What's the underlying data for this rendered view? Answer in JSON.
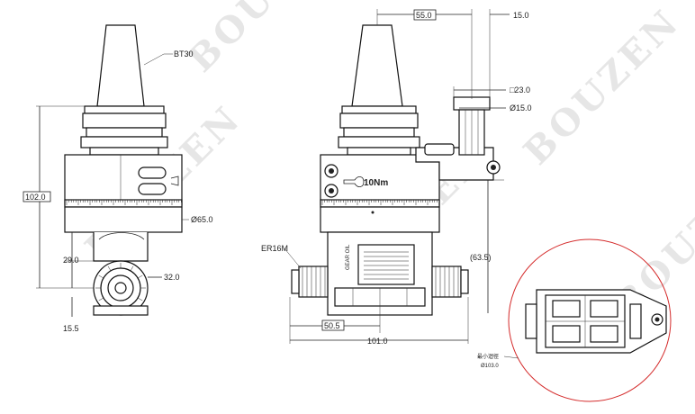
{
  "watermark": "BOUZEN",
  "left_view": {
    "taper": "BT30",
    "height": "102.0",
    "diameter": "Ø65.0",
    "offset_v": "29.0",
    "offset_h": "32.0",
    "bottom": "15.5"
  },
  "right_view": {
    "top_dim": "55.0",
    "top_right": "15.0",
    "square": "□23.0",
    "pin_dia": "Ø15.0",
    "torque": "10Nm",
    "collet": "ER16M",
    "label_side": "GEAR OIL",
    "depth": "(63.5)",
    "half_width": "50.5",
    "width": "101.0"
  },
  "detail_view": {
    "note": "最小迴徑",
    "min_radius": "Ø103.0"
  }
}
